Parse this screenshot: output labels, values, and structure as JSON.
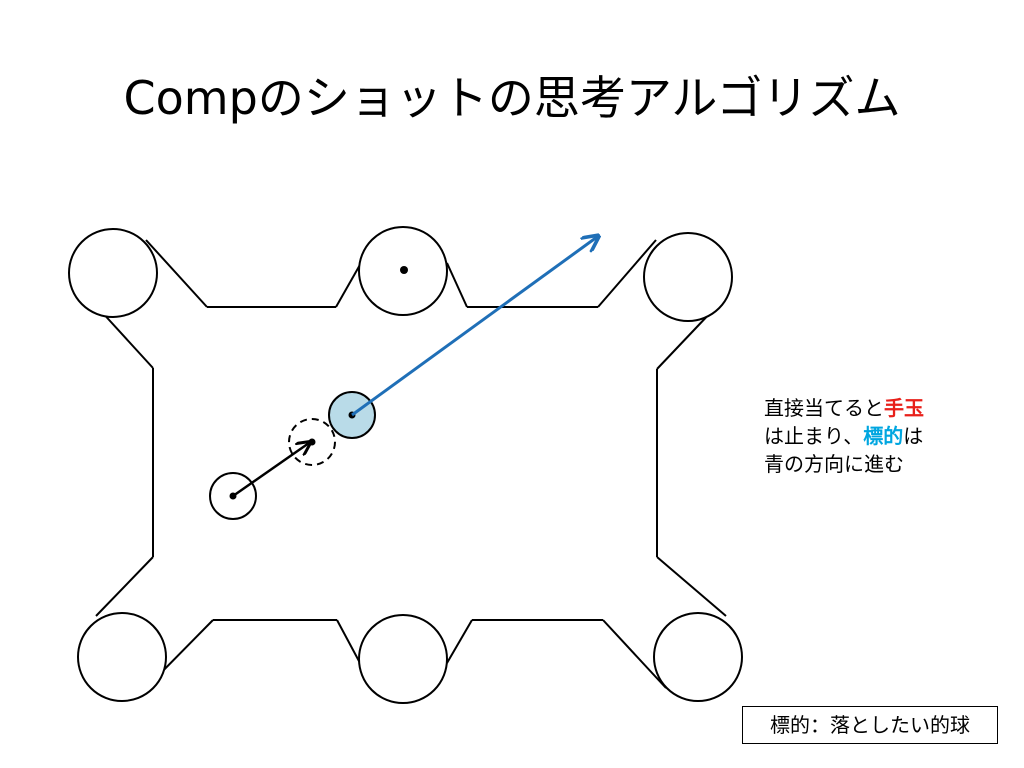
{
  "title": "Compのショットの思考アルゴリズム",
  "note": {
    "line1_text": "直接当てると",
    "line1_highlight": "手玉",
    "line2_text_a": "は止まり、",
    "line2_highlight": "標的",
    "line2_text_b": "は",
    "line3_text": "青の方向に進む"
  },
  "legend": "標的：落としたい的球",
  "colors": {
    "cue_ball_highlight": "#e8201a",
    "target_highlight": "#00a6e0",
    "object_ball_fill": "#b9dbe8",
    "trajectory_arrow": "#1f6fb7",
    "outline": "#000000"
  }
}
